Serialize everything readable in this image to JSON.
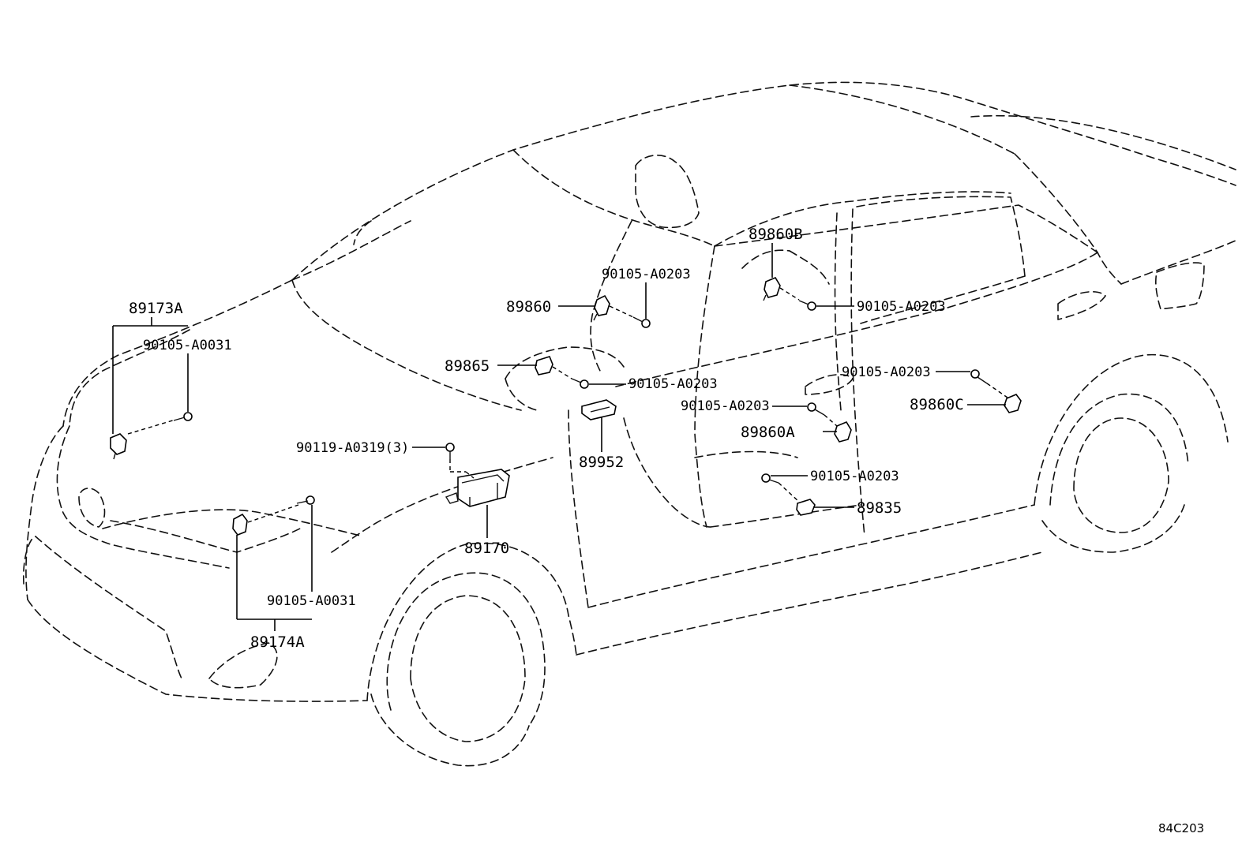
{
  "diagram_code": "84C203",
  "labels": {
    "p89173A": "89173A",
    "p90105A0031_top": "90105-A0031",
    "p89860B": "89860B",
    "p90105A0203_a": "90105-A0203",
    "p89860": "89860",
    "p90105A0203_b": "90105-A0203",
    "p89865": "89865",
    "p90105A0203_c": "90105-A0203",
    "p90105A0203_d": "90105-A0203",
    "p89860C": "89860C",
    "p90105A0203_e": "90105-A0203",
    "p89860A": "89860A",
    "p90119A0319": "90119-A0319(3)",
    "p89952": "89952",
    "p90105A0203_f": "90105-A0203",
    "p89835": "89835",
    "p89170": "89170",
    "p90105A0031_bottom": "90105-A0031",
    "p89174A": "89174A"
  }
}
